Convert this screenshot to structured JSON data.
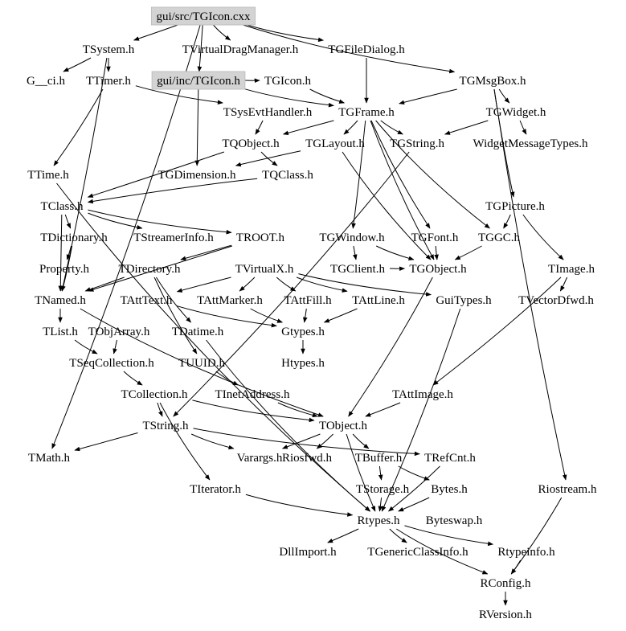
{
  "diagram": {
    "title": "",
    "nodes": [
      {
        "id": "n1",
        "label": "gui/src/TGIcon.cxx",
        "highlight": true
      },
      {
        "id": "n2",
        "label": "TSystem.h"
      },
      {
        "id": "n3",
        "label": "TVirtualDragManager.h"
      },
      {
        "id": "n4",
        "label": "TGFileDialog.h"
      },
      {
        "id": "n5",
        "label": "G__ci.h"
      },
      {
        "id": "n6",
        "label": "TTimer.h"
      },
      {
        "id": "n7",
        "label": "gui/inc/TGIcon.h",
        "highlight": true
      },
      {
        "id": "n8",
        "label": "TGIcon.h"
      },
      {
        "id": "n9",
        "label": "TGMsgBox.h"
      },
      {
        "id": "n10",
        "label": "TSysEvtHandler.h"
      },
      {
        "id": "n11",
        "label": "TGFrame.h"
      },
      {
        "id": "n12",
        "label": "TGWidget.h"
      },
      {
        "id": "n13",
        "label": "TQObject.h"
      },
      {
        "id": "n14",
        "label": "TGLayout.h"
      },
      {
        "id": "n15",
        "label": "TGString.h"
      },
      {
        "id": "n16",
        "label": "WidgetMessageTypes.h"
      },
      {
        "id": "n17",
        "label": "TTime.h"
      },
      {
        "id": "n18",
        "label": "TGDimension.h"
      },
      {
        "id": "n19",
        "label": "TQClass.h"
      },
      {
        "id": "n20",
        "label": "TClass.h"
      },
      {
        "id": "n21",
        "label": "TGPicture.h"
      },
      {
        "id": "n22",
        "label": "TDictionary.h"
      },
      {
        "id": "n23",
        "label": "TStreamerInfo.h"
      },
      {
        "id": "n24",
        "label": "TROOT.h"
      },
      {
        "id": "n25",
        "label": "TGWindow.h"
      },
      {
        "id": "n26",
        "label": "TGFont.h"
      },
      {
        "id": "n27",
        "label": "TGGC.h"
      },
      {
        "id": "n28",
        "label": "Property.h"
      },
      {
        "id": "n29",
        "label": "TDirectory.h"
      },
      {
        "id": "n30",
        "label": "TVirtualX.h"
      },
      {
        "id": "n31",
        "label": "TGClient.h"
      },
      {
        "id": "n32",
        "label": "TGObject.h"
      },
      {
        "id": "n33",
        "label": "TImage.h"
      },
      {
        "id": "n34",
        "label": "TNamed.h"
      },
      {
        "id": "n35",
        "label": "TAttText.h"
      },
      {
        "id": "n36",
        "label": "TAttMarker.h"
      },
      {
        "id": "n37",
        "label": "TAttFill.h"
      },
      {
        "id": "n38",
        "label": "TAttLine.h"
      },
      {
        "id": "n39",
        "label": "GuiTypes.h"
      },
      {
        "id": "n40",
        "label": "TVectorDfwd.h"
      },
      {
        "id": "n41",
        "label": "TList.h"
      },
      {
        "id": "n42",
        "label": "TObjArray.h"
      },
      {
        "id": "n43",
        "label": "TDatime.h"
      },
      {
        "id": "n44",
        "label": "Gtypes.h"
      },
      {
        "id": "n45",
        "label": "TSeqCollection.h"
      },
      {
        "id": "n46",
        "label": "TUUID.h"
      },
      {
        "id": "n47",
        "label": "Htypes.h"
      },
      {
        "id": "n48",
        "label": "TCollection.h"
      },
      {
        "id": "n49",
        "label": "TInetAddress.h"
      },
      {
        "id": "n50",
        "label": "TAttImage.h"
      },
      {
        "id": "n51",
        "label": "TString.h"
      },
      {
        "id": "n52",
        "label": "TObject.h"
      },
      {
        "id": "n53",
        "label": "TMath.h"
      },
      {
        "id": "n54",
        "label": "Varargs.h"
      },
      {
        "id": "n55",
        "label": "Riosfwd.h"
      },
      {
        "id": "n56",
        "label": "TBuffer.h"
      },
      {
        "id": "n57",
        "label": "TRefCnt.h"
      },
      {
        "id": "n58",
        "label": "TIterator.h"
      },
      {
        "id": "n59",
        "label": "TStorage.h"
      },
      {
        "id": "n60",
        "label": "Bytes.h"
      },
      {
        "id": "n61",
        "label": "Riostream.h"
      },
      {
        "id": "n62",
        "label": "Rtypes.h"
      },
      {
        "id": "n63",
        "label": "Byteswap.h"
      },
      {
        "id": "n64",
        "label": "DllImport.h"
      },
      {
        "id": "n65",
        "label": "TGenericClassInfo.h"
      },
      {
        "id": "n66",
        "label": "Rtypeinfo.h"
      },
      {
        "id": "n67",
        "label": "RConfig.h"
      },
      {
        "id": "n68",
        "label": "RVersion.h"
      }
    ],
    "edges": [
      [
        "n1",
        "n2"
      ],
      [
        "n1",
        "n3"
      ],
      [
        "n1",
        "n4"
      ],
      [
        "n1",
        "n7"
      ],
      [
        "n1",
        "n9"
      ],
      [
        "n1",
        "n53"
      ],
      [
        "n2",
        "n5"
      ],
      [
        "n2",
        "n6"
      ],
      [
        "n2",
        "n34"
      ],
      [
        "n6",
        "n17"
      ],
      [
        "n6",
        "n10"
      ],
      [
        "n4",
        "n11"
      ],
      [
        "n7",
        "n8"
      ],
      [
        "n7",
        "n18"
      ],
      [
        "n7",
        "n11"
      ],
      [
        "n8",
        "n11"
      ],
      [
        "n9",
        "n11"
      ],
      [
        "n9",
        "n12"
      ],
      [
        "n9",
        "n21"
      ],
      [
        "n9",
        "n61"
      ],
      [
        "n10",
        "n13"
      ],
      [
        "n11",
        "n13"
      ],
      [
        "n11",
        "n14"
      ],
      [
        "n11",
        "n15"
      ],
      [
        "n11",
        "n25"
      ],
      [
        "n11",
        "n26"
      ],
      [
        "n11",
        "n27"
      ],
      [
        "n11",
        "n32"
      ],
      [
        "n12",
        "n15"
      ],
      [
        "n12",
        "n16"
      ],
      [
        "n13",
        "n19"
      ],
      [
        "n13",
        "n20"
      ],
      [
        "n14",
        "n18"
      ],
      [
        "n14",
        "n32"
      ],
      [
        "n15",
        "n51"
      ],
      [
        "n17",
        "n62"
      ],
      [
        "n19",
        "n20"
      ],
      [
        "n20",
        "n22"
      ],
      [
        "n20",
        "n23"
      ],
      [
        "n20",
        "n24"
      ],
      [
        "n20",
        "n34"
      ],
      [
        "n21",
        "n27"
      ],
      [
        "n21",
        "n33"
      ],
      [
        "n22",
        "n28"
      ],
      [
        "n22",
        "n34"
      ],
      [
        "n24",
        "n29"
      ],
      [
        "n24",
        "n34"
      ],
      [
        "n25",
        "n31"
      ],
      [
        "n25",
        "n32"
      ],
      [
        "n26",
        "n32"
      ],
      [
        "n27",
        "n32"
      ],
      [
        "n29",
        "n34"
      ],
      [
        "n29",
        "n43"
      ],
      [
        "n29",
        "n46"
      ],
      [
        "n30",
        "n35"
      ],
      [
        "n30",
        "n36"
      ],
      [
        "n30",
        "n37"
      ],
      [
        "n30",
        "n38"
      ],
      [
        "n30",
        "n39"
      ],
      [
        "n31",
        "n32"
      ],
      [
        "n32",
        "n52"
      ],
      [
        "n33",
        "n40"
      ],
      [
        "n33",
        "n50"
      ],
      [
        "n34",
        "n41"
      ],
      [
        "n34",
        "n52"
      ],
      [
        "n35",
        "n44"
      ],
      [
        "n36",
        "n44"
      ],
      [
        "n37",
        "n44"
      ],
      [
        "n38",
        "n44"
      ],
      [
        "n39",
        "n62"
      ],
      [
        "n41",
        "n45"
      ],
      [
        "n42",
        "n45"
      ],
      [
        "n43",
        "n62"
      ],
      [
        "n44",
        "n47"
      ],
      [
        "n45",
        "n48"
      ],
      [
        "n46",
        "n49"
      ],
      [
        "n48",
        "n51"
      ],
      [
        "n48",
        "n52"
      ],
      [
        "n48",
        "n58"
      ],
      [
        "n49",
        "n52"
      ],
      [
        "n50",
        "n52"
      ],
      [
        "n51",
        "n53"
      ],
      [
        "n51",
        "n54"
      ],
      [
        "n51",
        "n57"
      ],
      [
        "n52",
        "n54"
      ],
      [
        "n52",
        "n55"
      ],
      [
        "n52",
        "n56"
      ],
      [
        "n52",
        "n62"
      ],
      [
        "n56",
        "n59"
      ],
      [
        "n56",
        "n60"
      ],
      [
        "n57",
        "n62"
      ],
      [
        "n58",
        "n62"
      ],
      [
        "n59",
        "n62"
      ],
      [
        "n60",
        "n62"
      ],
      [
        "n61",
        "n67"
      ],
      [
        "n62",
        "n64"
      ],
      [
        "n62",
        "n65"
      ],
      [
        "n62",
        "n66"
      ],
      [
        "n62",
        "n67"
      ],
      [
        "n66",
        "n67"
      ],
      [
        "n67",
        "n68"
      ]
    ]
  }
}
